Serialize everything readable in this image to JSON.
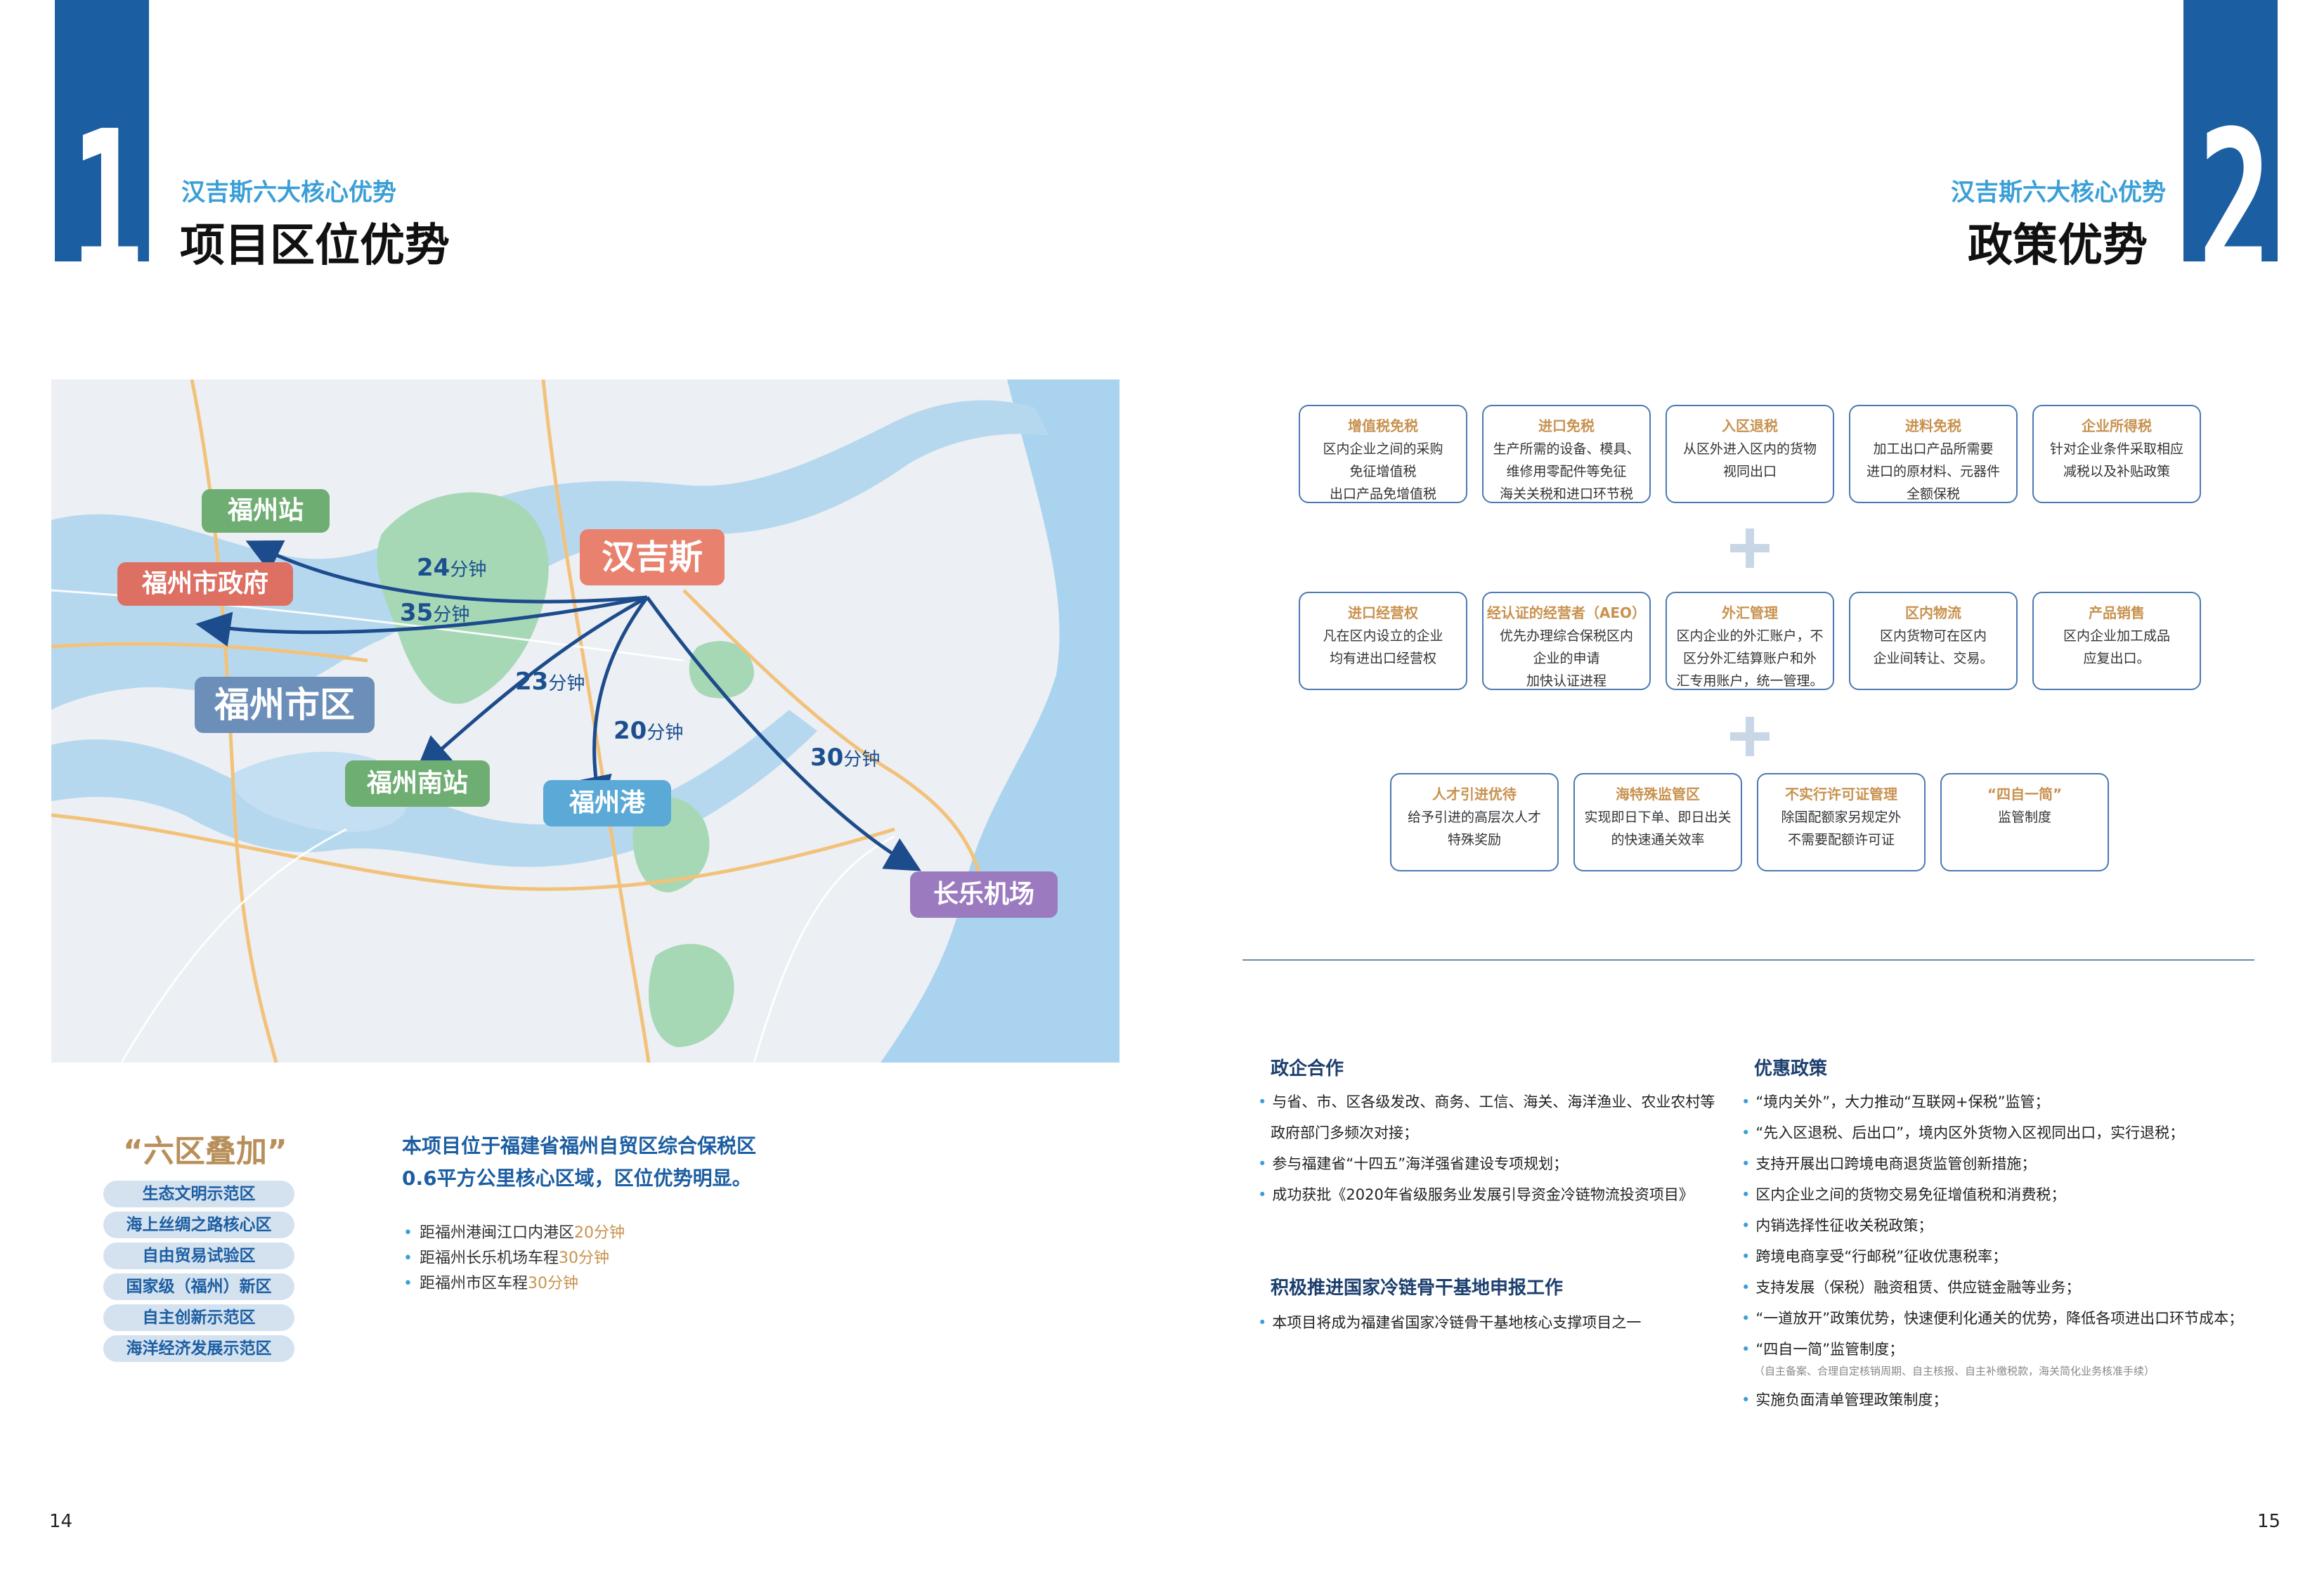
{
  "left": {
    "section_number": "1",
    "subtitle": "汉吉斯六大核心优势",
    "title": "项目区位优势",
    "map": {
      "places": {
        "hanjisi": "汉吉斯",
        "fuzhou_station": "福州站",
        "gov": "福州市政府",
        "city": "福州市区",
        "south_station": "福州南站",
        "port": "福州港",
        "airport": "长乐机场"
      },
      "times": [
        {
          "num": "24",
          "unit": "分钟"
        },
        {
          "num": "35",
          "unit": "分钟"
        },
        {
          "num": "23",
          "unit": "分钟"
        },
        {
          "num": "20",
          "unit": "分钟"
        },
        {
          "num": "30",
          "unit": "分钟"
        }
      ]
    },
    "six_title": "“六区叠加”",
    "zones": [
      "生态文明示范区",
      "海上丝绸之路核心区",
      "自由贸易试验区",
      "国家级（福州）新区",
      "自主创新示范区",
      "海洋经济发展示范区"
    ],
    "desc_line1": "本项目位于福建省福州自贸区综合保税区",
    "desc_line2": "0.6平方公里核心区域，区位优势明显。",
    "bullets": [
      {
        "text": "距福州港闽江口内港区",
        "hl": "20分钟"
      },
      {
        "text": "距福州长乐机场车程",
        "hl": "30分钟"
      },
      {
        "text": "距福州市区车程",
        "hl": "30分钟"
      }
    ],
    "page": "14"
  },
  "right": {
    "section_number": "2",
    "subtitle": "汉吉斯六大核心优势",
    "title": "政策优势",
    "row1": [
      {
        "title": "增值税免税",
        "lines": [
          "区内企业之间的采购",
          "免征增值税",
          "出口产品免增值税"
        ]
      },
      {
        "title": "进口免税",
        "lines": [
          "生产所需的设备、模具、",
          "维修用零配件等免征",
          "海关关税和进口环节税"
        ]
      },
      {
        "title": "入区退税",
        "lines": [
          "从区外进入区内的货物",
          "视同出口"
        ]
      },
      {
        "title": "进料免税",
        "lines": [
          "加工出口产品所需要",
          "进口的原材料、元器件",
          "全额保税"
        ]
      },
      {
        "title": "企业所得税",
        "lines": [
          "针对企业条件采取相应",
          "减税以及补贴政策"
        ]
      }
    ],
    "row2": [
      {
        "title": "进口经营权",
        "lines": [
          "凡在区内设立的企业",
          "均有进出口经营权"
        ]
      },
      {
        "title": "经认证的经营者（AEO）",
        "lines": [
          "优先办理综合保税区内",
          "企业的申请",
          "加快认证进程"
        ]
      },
      {
        "title": "外汇管理",
        "lines": [
          "区内企业的外汇账户，不",
          "区分外汇结算账户和外",
          "汇专用账户，统一管理。"
        ]
      },
      {
        "title": "区内物流",
        "lines": [
          "区内货物可在区内",
          "企业间转让、交易。"
        ]
      },
      {
        "title": "产品销售",
        "lines": [
          "区内企业加工成品",
          "应复出口。"
        ]
      }
    ],
    "row3": [
      {
        "title": "人才引进优待",
        "lines": [
          "给予引进的高层次人才",
          "特殊奖励"
        ]
      },
      {
        "title": "海特殊监管区",
        "lines": [
          "实现即日下单、即日出关",
          "的快速通关效率"
        ]
      },
      {
        "title": "不实行许可证管理",
        "lines": [
          "除国配额家另规定外",
          "不需要配额许可证"
        ]
      },
      {
        "title": "“四自一简”",
        "lines": [
          "监管制度"
        ]
      }
    ],
    "gov_title": "政企合作",
    "gov_items": [
      "与省、市、区各级发改、商务、工信、海关、海洋渔业、农业农村等",
      "政府部门多频次对接；",
      "参与福建省“十四五”海洋强省建设专项规划；",
      "成功获批《2020年省级服务业发展引导资金冷链物流投资项目》"
    ],
    "cold_title": "积极推进国家冷链骨干基地申报工作",
    "cold_item": "本项目将成为福建省国家冷链骨干基地核心支撑项目之一",
    "pref_title": "优惠政策",
    "pref_items": [
      "“境内关外”，大力推动“互联网+保税”监管；",
      "“先入区退税、后出口”，境内区外货物入区视同出口，实行退税；",
      "支持开展出口跨境电商退货监管创新措施；",
      "区内企业之间的货物交易免征增值税和消费税；",
      "内销选择性征收关税政策；",
      "跨境电商享受“行邮税”征收优惠税率；",
      "支持发展（保税）融资租赁、供应链金融等业务；",
      "“一道放开”政策优势，快速便利化通关的优势，降低各项进出口环节成本；",
      "“四自一简”监管制度；"
    ],
    "pref_note": "（自主备案、合理自定核销周期、自主核报、自主补缴税款，海关简化业务核准手续）",
    "pref_last": "实施负面清单管理政策制度；",
    "page": "15"
  }
}
